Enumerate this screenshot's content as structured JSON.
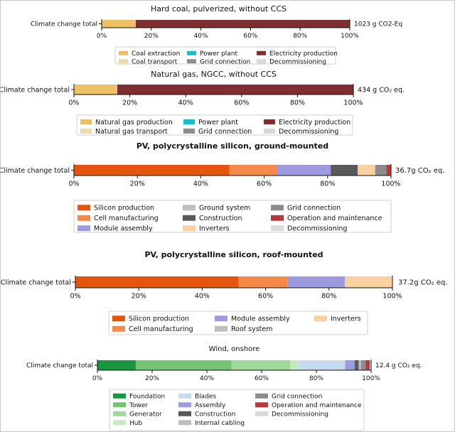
{
  "chart_data": [
    {
      "type": "bar",
      "title": "Hard coal, pulverized, without CCS",
      "categories": [
        "Climate change total"
      ],
      "total_label": "1023 g CO2-Eq",
      "xticks": [
        "0%",
        "20%",
        "40%",
        "60%",
        "80%",
        "100%"
      ],
      "xlim": [
        0,
        100
      ],
      "series": [
        {
          "name": "Coal extraction",
          "color": "#ecc063",
          "values": [
            13.5
          ]
        },
        {
          "name": "Coal transport",
          "color": "#f2d9a8",
          "values": [
            0.2
          ]
        },
        {
          "name": "Power plant",
          "color": "#17becf",
          "values": [
            0.0
          ]
        },
        {
          "name": "Grid connection",
          "color": "#8c8c8c",
          "values": [
            0.0
          ]
        },
        {
          "name": "Electricity production",
          "color": "#7f2f2f",
          "values": [
            86.3
          ]
        },
        {
          "name": "Decommissioning",
          "color": "#d9d9d9",
          "values": [
            0.0
          ]
        }
      ],
      "legend_position": "bottom"
    },
    {
      "type": "bar",
      "title": "Natural gas, NGCC, without CCS",
      "categories": [
        "Climate change total"
      ],
      "total_label": "434 g CO₂ eq.",
      "xticks": [
        "0%",
        "20%",
        "40%",
        "60%",
        "80%",
        "100%"
      ],
      "xlim": [
        0,
        100
      ],
      "series": [
        {
          "name": "Natural gas production",
          "color": "#ecc063",
          "values": [
            15.3
          ]
        },
        {
          "name": "Natural gas transport",
          "color": "#f2d9a8",
          "values": [
            0.2
          ]
        },
        {
          "name": "Power plant",
          "color": "#17becf",
          "values": [
            0.0
          ]
        },
        {
          "name": "Grid connection",
          "color": "#8c8c8c",
          "values": [
            0.0
          ]
        },
        {
          "name": "Electricity production",
          "color": "#7f2f2f",
          "values": [
            84.5
          ]
        },
        {
          "name": "Decommissioning",
          "color": "#d9d9d9",
          "values": [
            0.0
          ]
        }
      ],
      "legend_position": "bottom"
    },
    {
      "type": "bar",
      "title": "PV, polycrystalline silicon, ground-mounted",
      "categories": [
        "Climate change total"
      ],
      "total_label": "36.7g  CO₂ eq.",
      "xticks": [
        "0%",
        "20%",
        "40%",
        "60%",
        "80%",
        "100%"
      ],
      "xlim": [
        0,
        100
      ],
      "series": [
        {
          "name": "Silicon production",
          "color": "#e6550d",
          "values": [
            49.0
          ]
        },
        {
          "name": "Cell manufacturing",
          "color": "#f5894a",
          "values": [
            15.0
          ]
        },
        {
          "name": "Module assembly",
          "color": "#9e9ae0",
          "values": [
            17.0
          ]
        },
        {
          "name": "Ground system",
          "color": "#bfbfbf",
          "values": [
            0.0
          ]
        },
        {
          "name": "Construction",
          "color": "#595959",
          "values": [
            8.5
          ]
        },
        {
          "name": "Inverters",
          "color": "#fdd0a2",
          "values": [
            5.5
          ]
        },
        {
          "name": "Grid connection",
          "color": "#8c8c8c",
          "values": [
            3.5
          ]
        },
        {
          "name": "Operation and maintenance",
          "color": "#b23c3c",
          "values": [
            1.5
          ]
        },
        {
          "name": "Decommissioning",
          "color": "#d9d9d9",
          "values": [
            0.0
          ]
        }
      ],
      "legend_position": "bottom"
    },
    {
      "type": "bar",
      "title": "PV, polycrystalline silicon, roof-mounted",
      "categories": [
        "Climate change total"
      ],
      "total_label": "37.2g   CO₂ eq.",
      "xticks": [
        "0%",
        "20%",
        "40%",
        "60%",
        "80%",
        "100%"
      ],
      "xlim": [
        0,
        100
      ],
      "series": [
        {
          "name": "Silicon production",
          "color": "#e6550d",
          "values": [
            51.5
          ]
        },
        {
          "name": "Cell manufacturing",
          "color": "#f5894a",
          "values": [
            15.5
          ]
        },
        {
          "name": "Module assembly",
          "color": "#9e9ae0",
          "values": [
            18.0
          ]
        },
        {
          "name": "Roof system",
          "color": "#bfbfbf",
          "values": [
            0.0
          ]
        },
        {
          "name": "Inverters",
          "color": "#fdd0a2",
          "values": [
            15.0
          ]
        }
      ],
      "legend_position": "bottom"
    },
    {
      "type": "bar",
      "title": "Wind, onshore",
      "categories": [
        "Climate change total"
      ],
      "total_label": "12.4 g CO₂ eq.",
      "xticks": [
        "0%",
        "20%",
        "40%",
        "60%",
        "80%",
        "100%"
      ],
      "xlim": [
        0,
        100
      ],
      "series": [
        {
          "name": "Foundation",
          "color": "#1a9641",
          "values": [
            14.0
          ]
        },
        {
          "name": "Tower",
          "color": "#74c476",
          "values": [
            35.0
          ]
        },
        {
          "name": "Generator",
          "color": "#a1d99b",
          "values": [
            21.5
          ]
        },
        {
          "name": "Hub",
          "color": "#c7e9c0",
          "values": [
            3.0
          ]
        },
        {
          "name": "Blades",
          "color": "#c6dbef",
          "values": [
            17.0
          ]
        },
        {
          "name": "Assembly",
          "color": "#9e9ae0",
          "values": [
            3.5
          ]
        },
        {
          "name": "Construction",
          "color": "#595959",
          "values": [
            1.5
          ]
        },
        {
          "name": "Internal cabling",
          "color": "#bdbdbd",
          "values": [
            0.8
          ]
        },
        {
          "name": "Grid connection",
          "color": "#8c8c8c",
          "values": [
            1.7
          ]
        },
        {
          "name": "Operation and maintenance",
          "color": "#b23c3c",
          "values": [
            1.5
          ]
        },
        {
          "name": "Decommissioning",
          "color": "#d9d9d9",
          "values": [
            0.5
          ]
        }
      ],
      "legend_position": "bottom"
    }
  ]
}
